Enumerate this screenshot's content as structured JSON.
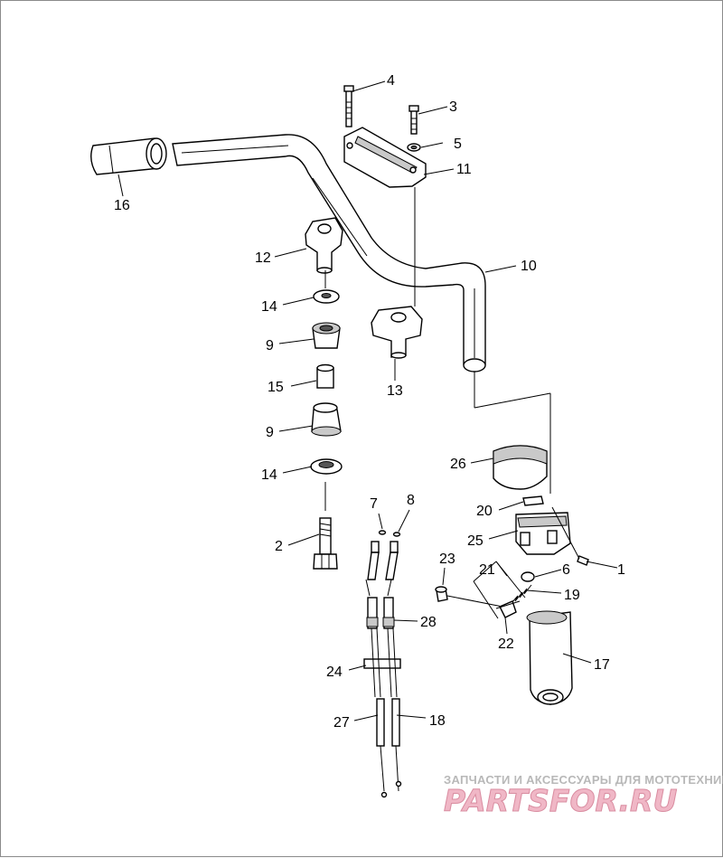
{
  "callouts": [
    "1",
    "2",
    "3",
    "4",
    "5",
    "6",
    "7",
    "8",
    "9",
    "9",
    "10",
    "11",
    "12",
    "13",
    "14",
    "14",
    "15",
    "16",
    "17",
    "18",
    "19",
    "20",
    "21",
    "22",
    "23",
    "24",
    "25",
    "26",
    "27",
    "28"
  ],
  "watermark": {
    "caption": "ЗАПЧАСТИ И АКСЕССУАРЫ ДЛЯ МОТОТЕХНИКИ",
    "logo": "PARTSFOR.RU"
  },
  "colors": {
    "line": "#000000",
    "shade": "#c9c9c9",
    "logo": "#f0b7c6"
  }
}
